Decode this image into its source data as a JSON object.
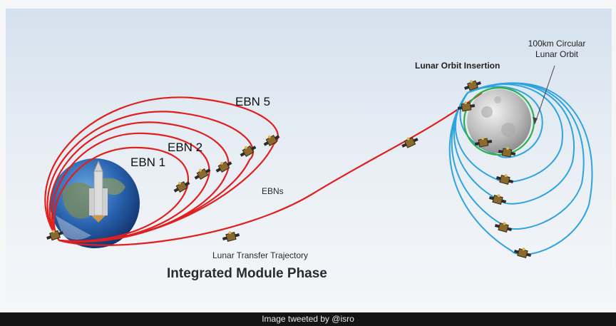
{
  "labels": {
    "ebn5": "EBN 5",
    "ebn2": "EBN 2",
    "ebn1": "EBN 1",
    "ebns": "EBNs",
    "lunar_transfer_trajectory": "Lunar Transfer Trajectory",
    "integrated_module_phase": "Integrated Module Phase",
    "lunar_orbit_insertion": "Lunar Orbit Insertion",
    "circular_orbit_line1": "100km Circular",
    "circular_orbit_line2": "Lunar Orbit"
  },
  "caption": "Image tweeted by @isro",
  "colors": {
    "earth_orbits": "#e0201e",
    "lunar_orbits": "#2ea3df",
    "circular_orbit": "#2fb04a",
    "caption_bar": "#141414"
  },
  "icons": [
    "earth-icon",
    "moon-icon",
    "rocket-icon",
    "spacecraft-icon"
  ]
}
